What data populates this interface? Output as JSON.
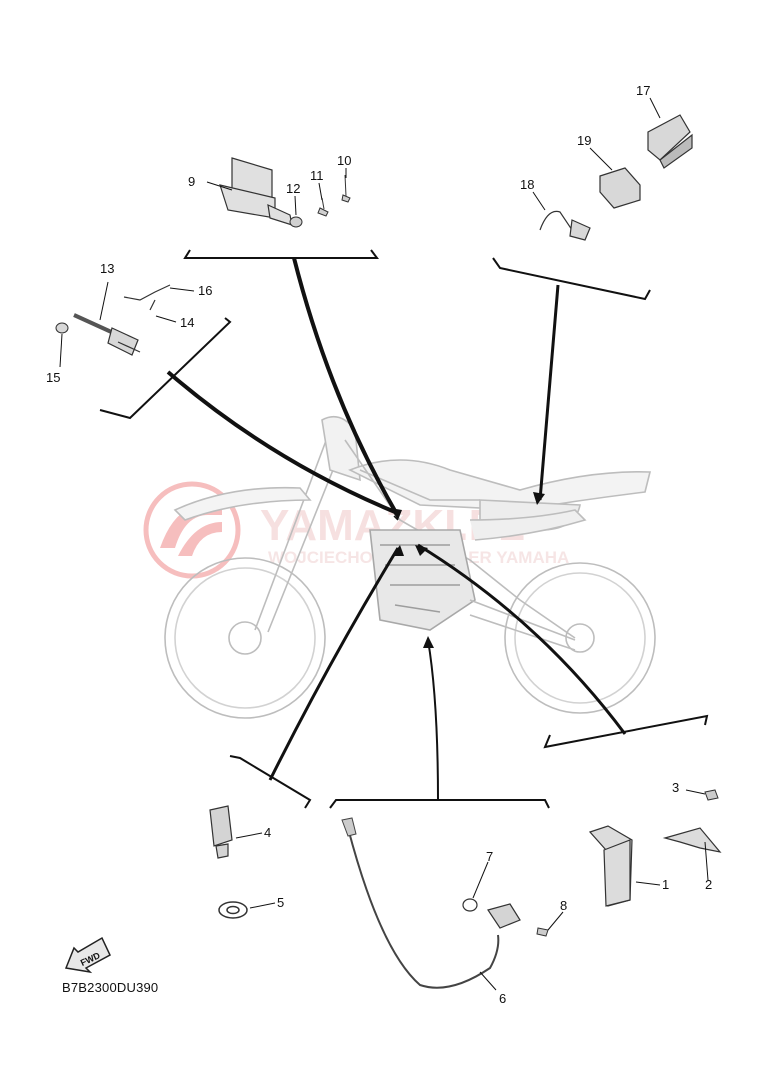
{
  "watermark": {
    "brand": "YAMAZKI.PL",
    "subtitle": "WOJCIECHOWSKI DEALER YAMAHA",
    "color": "#f2b9b9"
  },
  "fwd_label": "FWD",
  "diagram_code": "B7B2300DU390",
  "callouts": [
    "1",
    "2",
    "3",
    "4",
    "5",
    "6",
    "7",
    "8",
    "9",
    "10",
    "11",
    "12",
    "13",
    "14",
    "15",
    "16",
    "17",
    "18",
    "19"
  ],
  "colors": {
    "line": "#111111",
    "bike": "#cfcfcf",
    "part": "#444444"
  }
}
